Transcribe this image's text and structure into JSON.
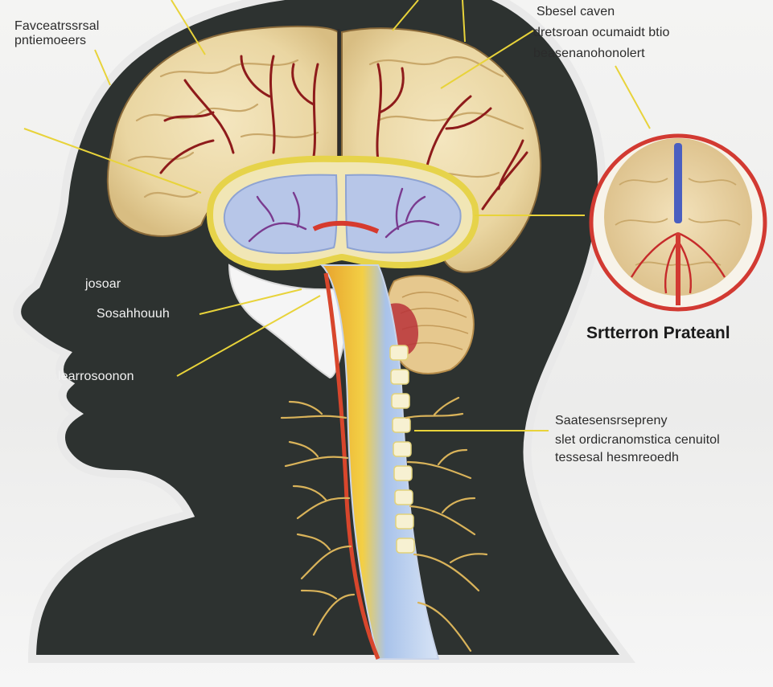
{
  "labels": {
    "top_left": [
      "Favceatrssrsal",
      "pntiemoeers"
    ],
    "top_right": [
      "Sbesel caven",
      "dretsroan ocumaidt btio",
      "beasenanohonolert"
    ],
    "mid_left_1": "josoar",
    "mid_left_2": "Sosahhouuh",
    "mid_left_3": "learrosoonon",
    "inset_title": "Srtterron Prateanl",
    "right_middle": [
      "Saatesensrsepreny",
      "slet ordicranomstica cenuitol",
      "tessesal hesmreoedh"
    ]
  },
  "colors": {
    "head_silhouette": "#2d3230",
    "brain_tissue": "#ecd9a8",
    "vessel_red": "#8e1b1b",
    "ventricle_blue": "#b7c6e8",
    "leader_yellow": "#e8d33a",
    "inset_ring": "#d23a32",
    "nerve_gold": "#d9b35a"
  },
  "icons": [
    "head-silhouette",
    "brain-cross-section",
    "spinal-cord",
    "cerebellum",
    "brain-inset"
  ]
}
